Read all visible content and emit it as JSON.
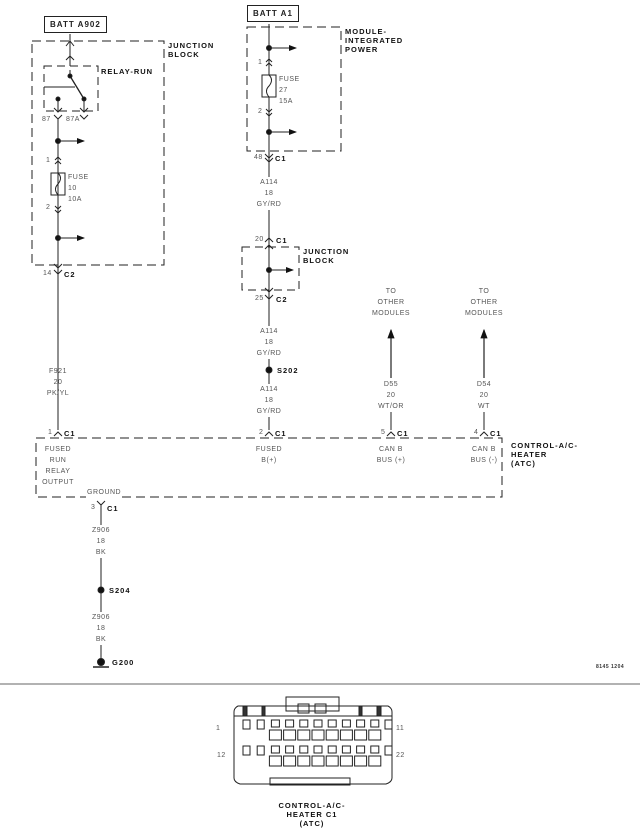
{
  "diagram": {
    "sources": {
      "batt_a902": "BATT A902",
      "batt_a1": "BATT A1"
    },
    "blocks": {
      "junction_block_left": [
        "JUNCTION",
        "BLOCK"
      ],
      "relay_run": "RELAY-RUN",
      "module_integrated_power": [
        "MODULE-",
        "INTEGRATED",
        "POWER"
      ],
      "junction_block_center": [
        "JUNCTION",
        "BLOCK"
      ],
      "control_ac_heater": [
        "CONTROL-A/C-",
        "HEATER",
        "(ATC)"
      ]
    },
    "relay_pins": {
      "pin87": "87",
      "pin87a": "87A"
    },
    "fuses": [
      {
        "label": "FUSE",
        "number": "10",
        "rating": "10A",
        "pin_in": "1",
        "pin_out": "2"
      },
      {
        "label": "FUSE",
        "number": "27",
        "rating": "15A",
        "pin_in": "1",
        "pin_out": "2"
      }
    ],
    "connectors": {
      "left_c2": {
        "pin": "14",
        "name": "C2"
      },
      "mip_c1": {
        "pin": "48",
        "name": "C1"
      },
      "jb_c1": {
        "pin": "20",
        "name": "C1"
      },
      "jb_c2": {
        "pin": "25",
        "name": "C2"
      },
      "atc_pin1": {
        "pin": "1",
        "name": "C1"
      },
      "atc_pin2": {
        "pin": "2",
        "name": "C1"
      },
      "atc_pin5": {
        "pin": "5",
        "name": "C1"
      },
      "atc_pin4": {
        "pin": "4",
        "name": "C1"
      },
      "atc_pin3": {
        "pin": "3",
        "name": "C1"
      }
    },
    "wires": {
      "f921": [
        "F921",
        "20",
        "PK/YL"
      ],
      "a114_upper": [
        "A114",
        "18",
        "GY/RD"
      ],
      "a114_mid": [
        "A114",
        "18",
        "GY/RD"
      ],
      "a114_lower": [
        "A114",
        "18",
        "GY/RD"
      ],
      "d55": [
        "D55",
        "20",
        "WT/OR"
      ],
      "d54": [
        "D54",
        "20",
        "WT"
      ],
      "z906_upper": [
        "Z906",
        "18",
        "BK"
      ],
      "z906_lower": [
        "Z906",
        "18",
        "BK"
      ]
    },
    "splices": {
      "s202": "S202",
      "s204": "S204"
    },
    "ground": "G200",
    "to_other_modules": [
      "TO",
      "OTHER",
      "MODULES"
    ],
    "atc_pin_labels": {
      "pin1": [
        "FUSED",
        "RUN",
        "RELAY",
        "OUTPUT"
      ],
      "pin2": [
        "FUSED",
        "B(+)"
      ],
      "pin5": [
        "CAN B",
        "BUS (+)"
      ],
      "pin4": [
        "CAN B",
        "BUS (-)"
      ],
      "pin3": "GROUND"
    },
    "figure_code": "8145 1204"
  },
  "connector_view": {
    "pin_first_top": "1",
    "pin_last_top": "11",
    "pin_first_bottom": "12",
    "pin_last_bottom": "22",
    "caption": [
      "CONTROL-A/C-",
      "HEATER C1",
      "(ATC)"
    ]
  }
}
